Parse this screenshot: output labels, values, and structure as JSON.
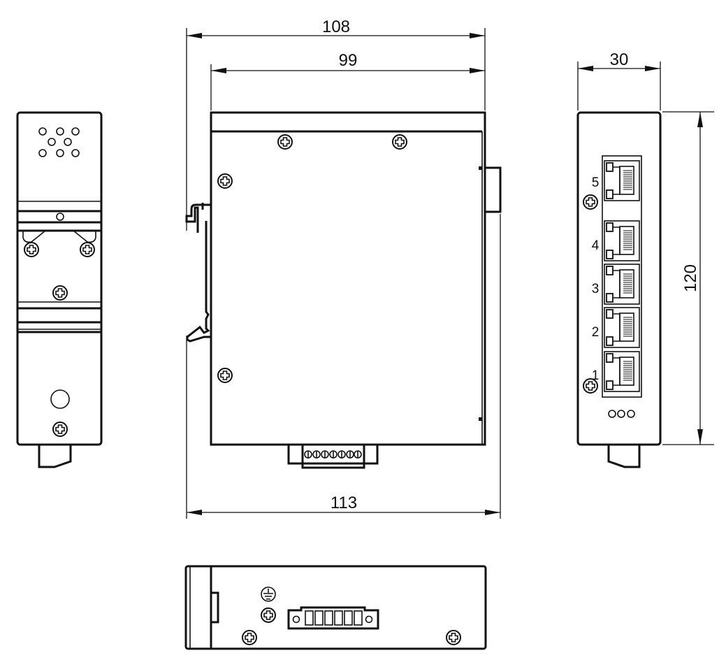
{
  "dimensions": {
    "overall_depth": "108",
    "housing_depth": "99",
    "total_depth": "113",
    "width": "30",
    "height": "120"
  },
  "ports": [
    "5",
    "4",
    "3",
    "2",
    "1"
  ],
  "colors": {
    "line": "#111111",
    "background": "#ffffff"
  }
}
